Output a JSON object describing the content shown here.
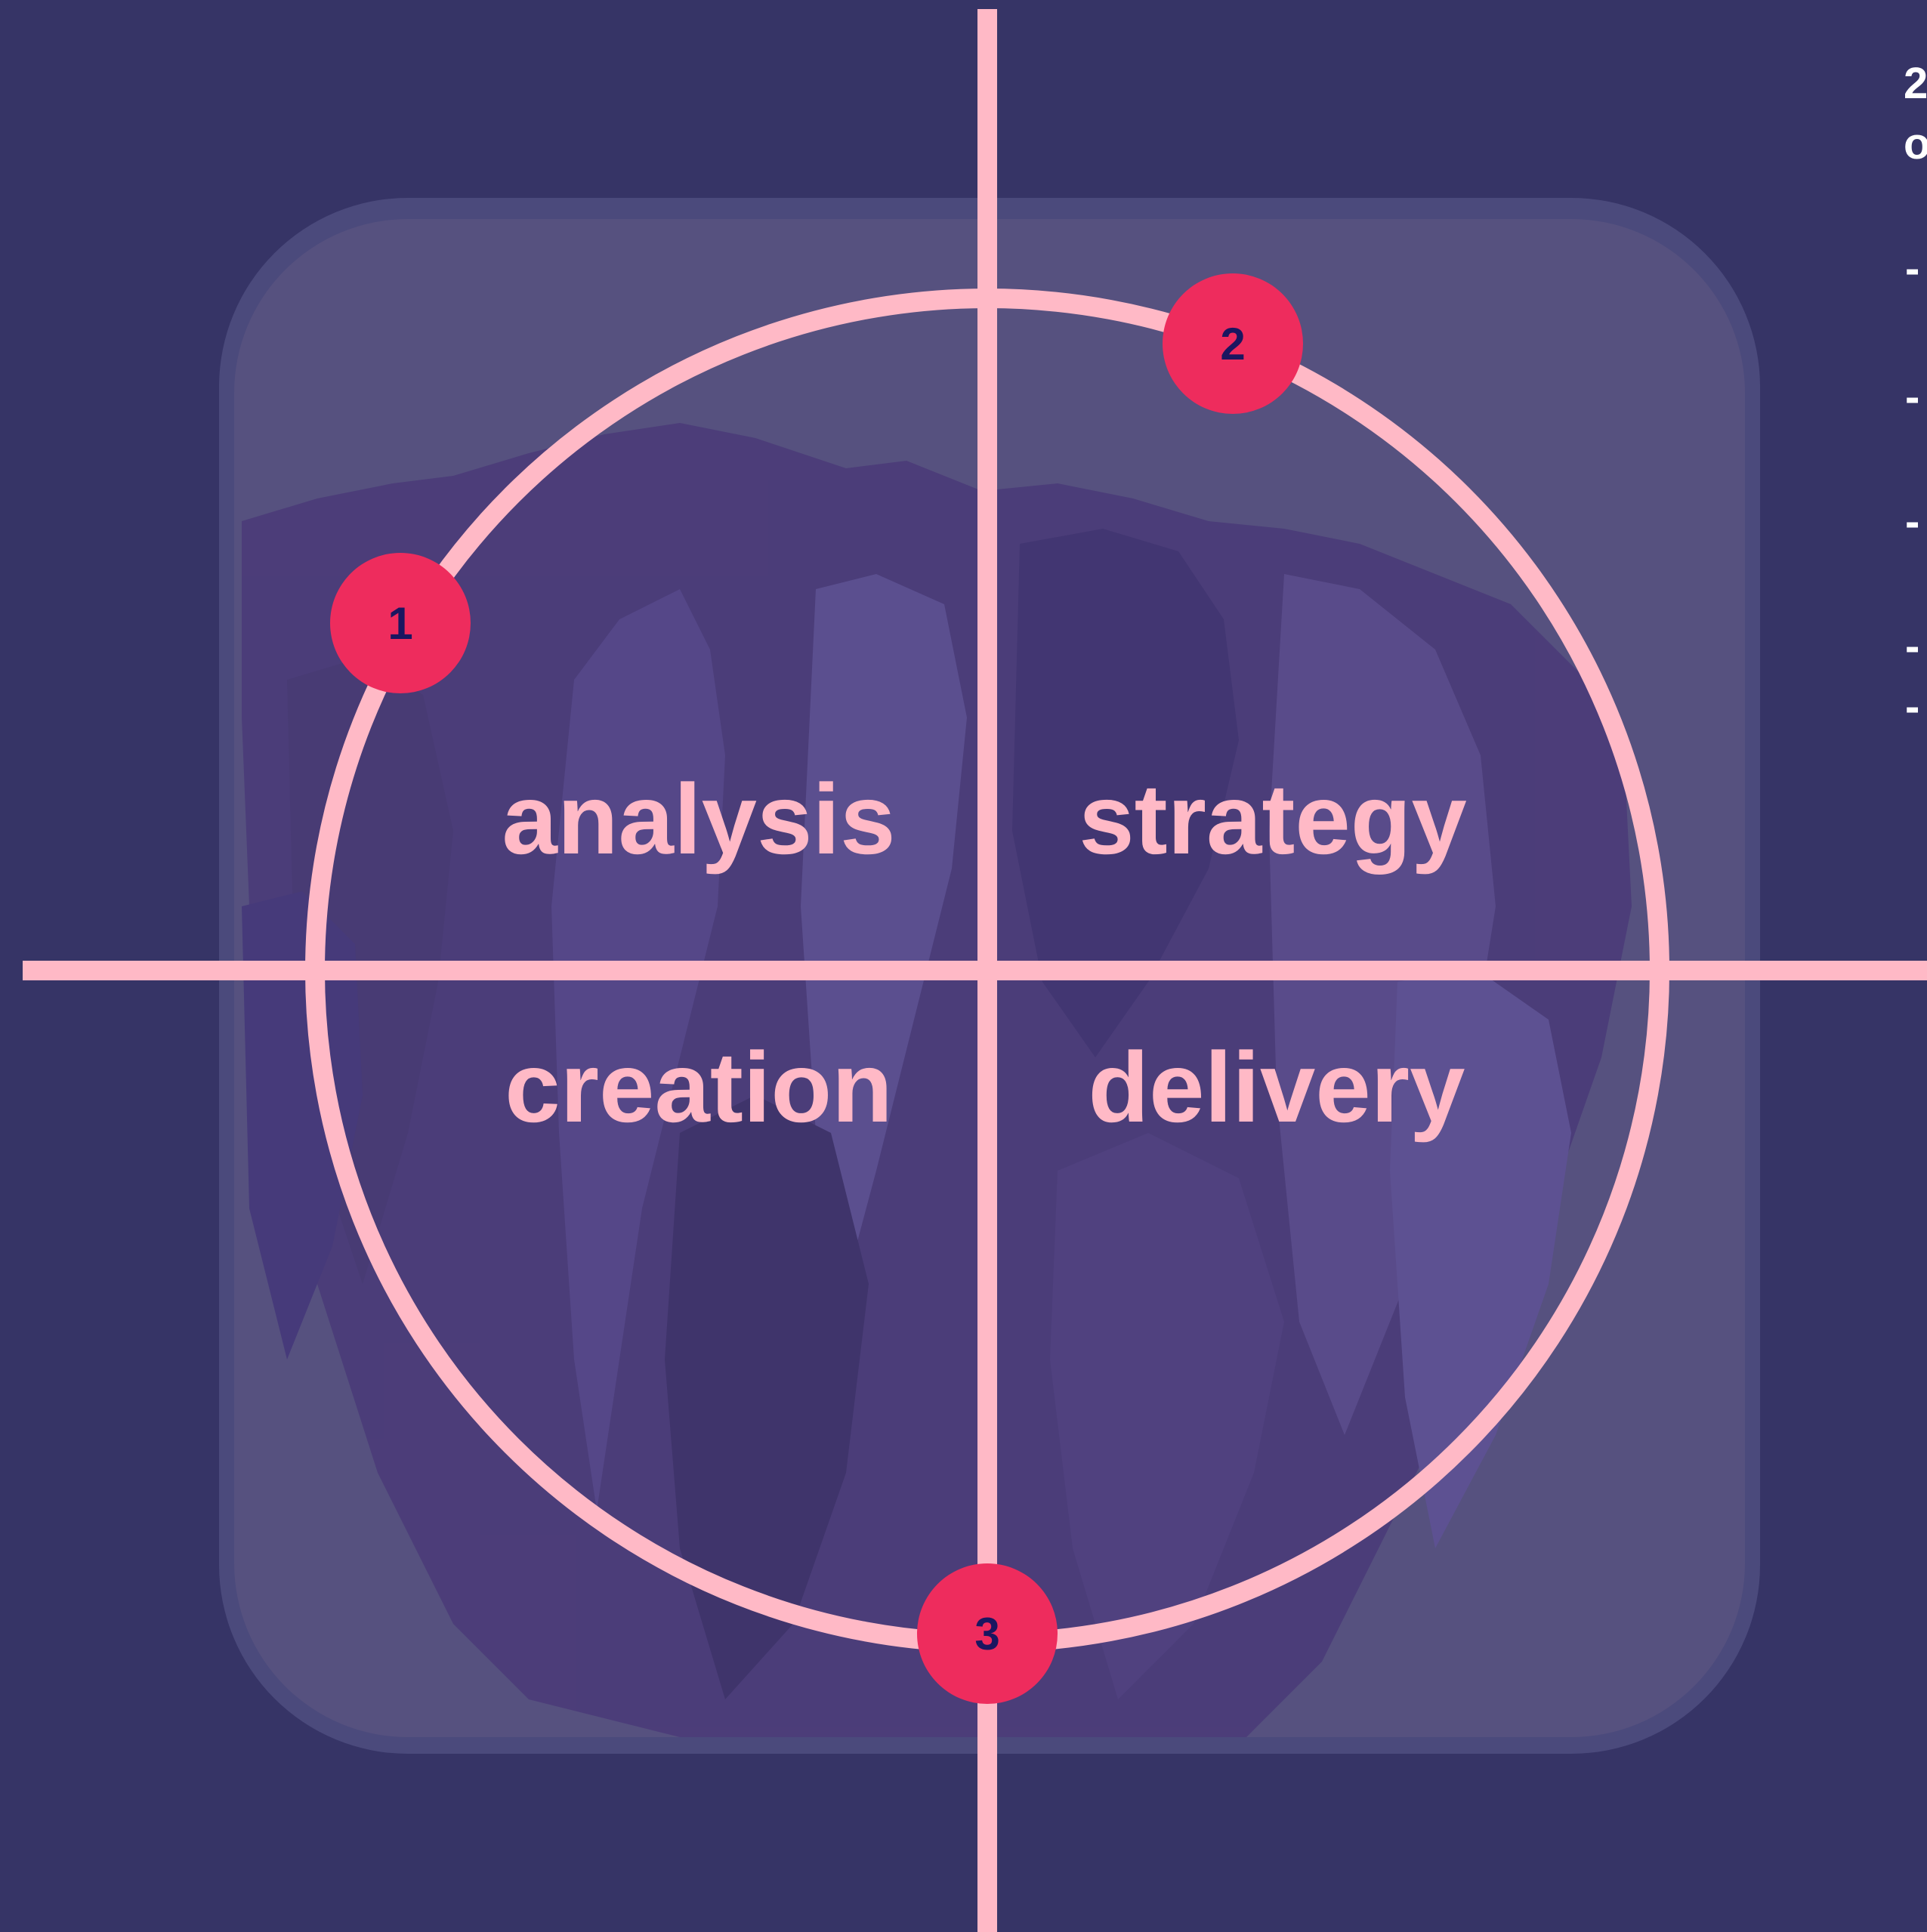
{
  "colors": {
    "background": "#363466",
    "panel": "#56517f",
    "photo_shade": "#4a3a78",
    "line": "#ffb9c6",
    "marker_fill": "#ee2c5d",
    "marker_text": "#1a1660",
    "side_text": "#ffffff"
  },
  "quadrants": {
    "top_left": "analysis",
    "top_right": "strategy",
    "bottom_left": "creation",
    "bottom_right": "delivery"
  },
  "markers": [
    {
      "label": "1"
    },
    {
      "label": "2"
    },
    {
      "label": "3"
    }
  ],
  "side_text": {
    "heading_line1": "2",
    "heading_line2": "o",
    "dashes": [
      "-",
      "-",
      "-",
      "-",
      "-"
    ]
  }
}
